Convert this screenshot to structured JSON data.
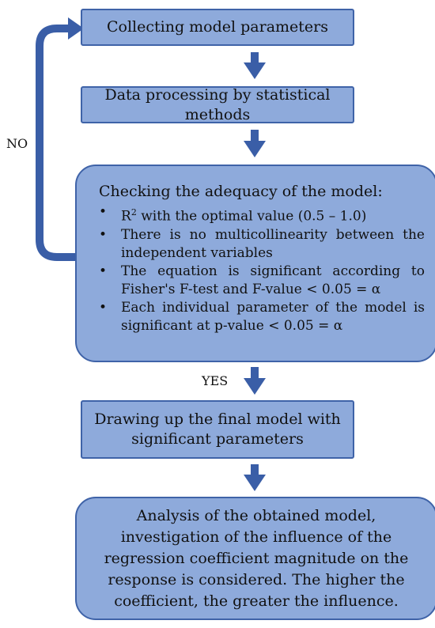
{
  "nodes": {
    "collect": "Collecting model parameters",
    "processing": "Data processing by statistical methods",
    "check": {
      "title": "Checking the adequacy of the model:",
      "criteria": {
        "r2_base": "R",
        "r2_sup": "2",
        "r2_rest": " with the optimal value (0.5 – 1.0)",
        "multicollinearity": "There is no multicollinearity between the independent variables",
        "fisher": "The equation is significant according to Fisher's F-test and F-value < 0.05 = α",
        "parameter": "Each individual parameter of the model is significant at p-value < 0.05 = α"
      }
    },
    "final_model": {
      "line1": "Drawing up the final model with",
      "line2": "significant parameters"
    },
    "analysis": {
      "line1": "Analysis of the obtained model,",
      "line2": "investigation of the influence of the",
      "line3": "regression coefficient magnitude on the",
      "line4": "response is considered. The higher the",
      "line5": "coefficient, the greater the influence."
    }
  },
  "edge_labels": {
    "no": "NO",
    "yes": "YES"
  },
  "colors": {
    "box_fill": "#8eaadb",
    "box_border": "#3f63a8",
    "arrow": "#3a5ea7"
  }
}
